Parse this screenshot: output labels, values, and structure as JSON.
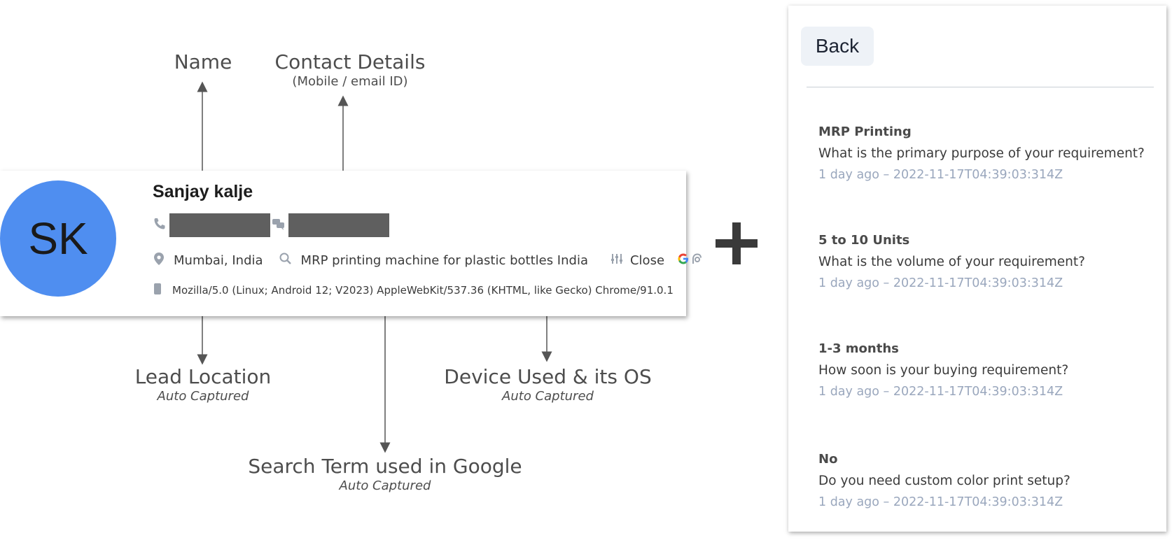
{
  "annotations": {
    "name": "Name",
    "contact_title": "Contact Details",
    "contact_sub": "(Mobile / email ID)",
    "location_title": "Lead Location",
    "location_sub": "Auto Captured",
    "device_title": "Device Used & its OS",
    "device_sub": "Auto Captured",
    "search_title": "Search Term used in Google",
    "search_sub": "Auto Captured"
  },
  "lead": {
    "initials": "SK",
    "avatar_color": "#4f8ef0",
    "name": "Sanjay kalje",
    "location": "Mumbai, India",
    "search_term": "MRP printing machine for plastic bottles India",
    "status": "Close",
    "user_agent": "Mozilla/5.0 (Linux; Android 12; V2023) AppleWebKit/537.36 (KHTML, like Gecko) Chrome/91.0.1",
    "icons": [
      "phone-icon",
      "chat-icon",
      "location-pin-icon",
      "search-icon",
      "filter-icon",
      "google-icon",
      "device-icon"
    ]
  },
  "panel": {
    "back_label": "Back",
    "items": [
      {
        "answer": "MRP Printing",
        "question": "What is the primary purpose of your requirement?",
        "time": "1 day ago – 2022-11-17T04:39:03:314Z"
      },
      {
        "answer": "5 to 10 Units",
        "question": "What is the volume of your requirement?",
        "time": "1 day ago – 2022-11-17T04:39:03:314Z"
      },
      {
        "answer": "1-3 months",
        "question": "How soon is your buying requirement?",
        "time": "1 day ago – 2022-11-17T04:39:03:314Z"
      },
      {
        "answer": "No",
        "question": "Do you need custom color print setup?",
        "time": "1 day ago – 2022-11-17T04:39:03:314Z"
      }
    ]
  }
}
